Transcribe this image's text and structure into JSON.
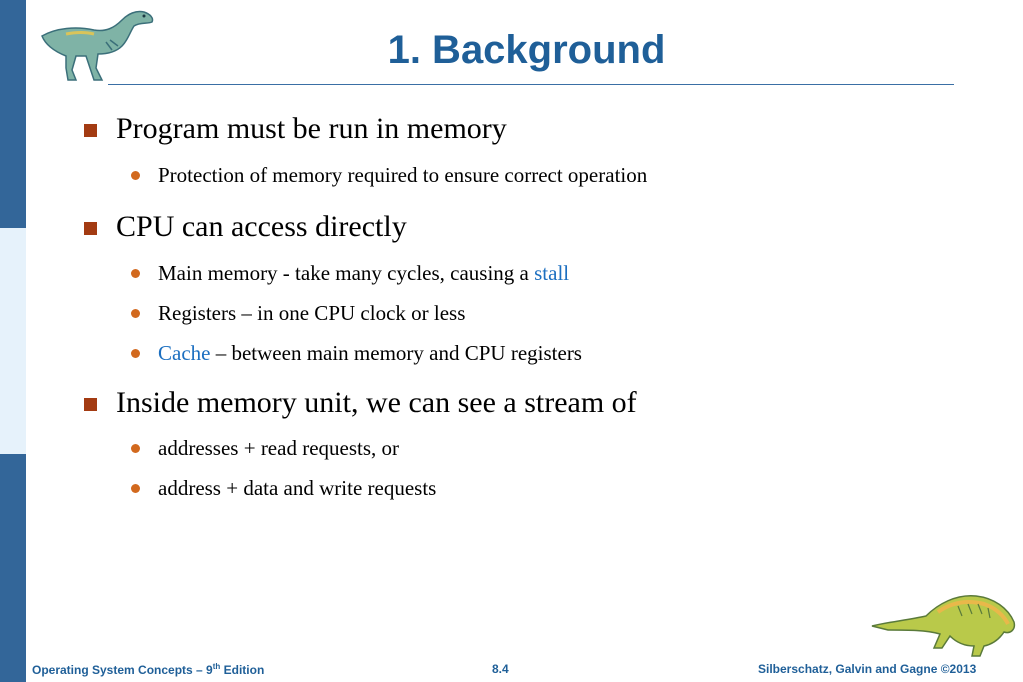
{
  "slide": {
    "title": "1. Background",
    "bullets": [
      {
        "text": "Program must be run in memory",
        "sub": [
          "Protection of memory required to ensure correct operation"
        ]
      },
      {
        "text": "CPU can access directly",
        "sub_main": {
          "before": "Main memory - take many cycles, causing a ",
          "link": "stall"
        },
        "sub_registers": "Registers – in one CPU clock or less",
        "sub_cache": {
          "link": "Cache",
          "after": " – between main memory and CPU registers"
        }
      },
      {
        "text": "Inside memory unit, we can see a stream of",
        "sub": [
          "addresses + read requests, or",
          "address + data and write requests"
        ]
      }
    ]
  },
  "footer": {
    "book": "Operating System Concepts – 9",
    "edition_sup": "th",
    "edition": " Edition",
    "page": "8.4",
    "authors": "Silberschatz, Galvin and Gagne ©2013"
  },
  "colors": {
    "sidebar": "#336699",
    "title": "#1f5f98",
    "highlight": "#1c6fc0",
    "bullet_square": "#a33b12",
    "bullet_dot": "#d2691e"
  },
  "icons": [
    "dinosaur-logo-icon",
    "dinosaur-logo-small-icon"
  ]
}
